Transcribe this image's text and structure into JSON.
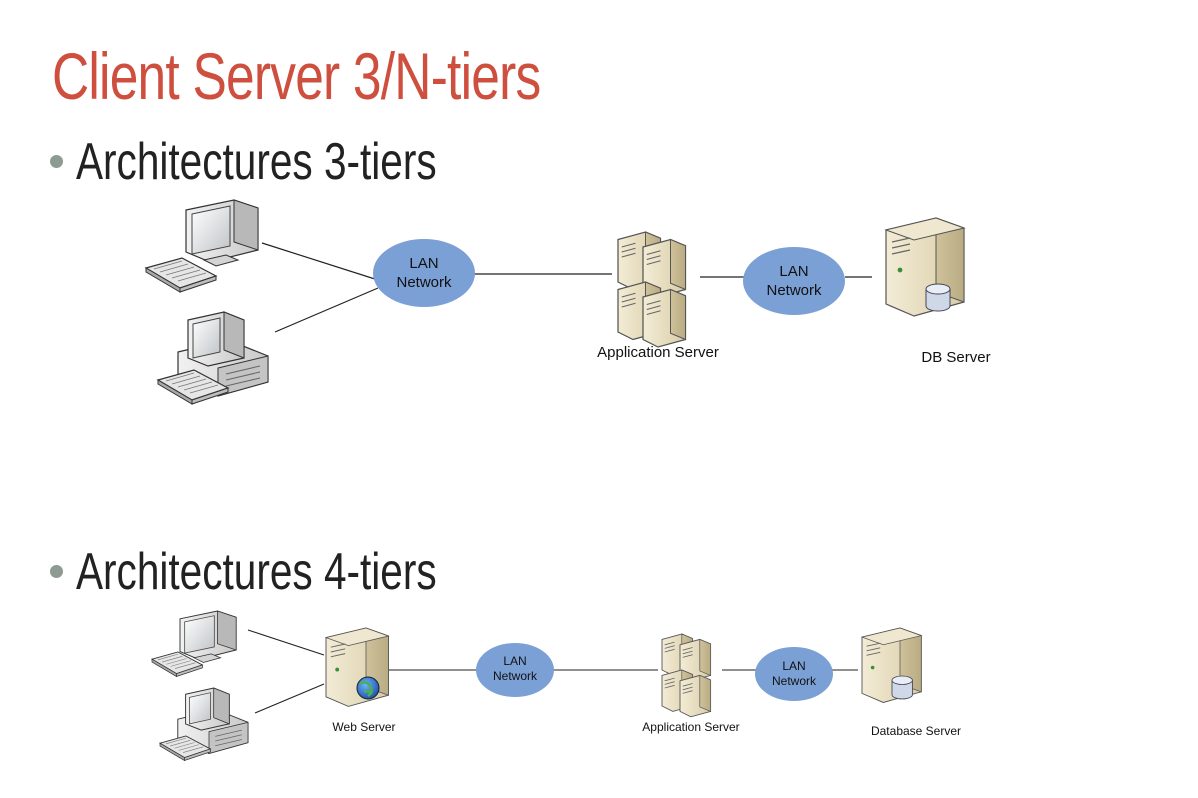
{
  "title": "Client Server 3/N-tiers",
  "section1": {
    "heading": "Architectures 3-tiers",
    "lan1_line1": "LAN",
    "lan1_line2": "Network",
    "app_server": "Application Server",
    "lan2_line1": "LAN",
    "lan2_line2": "Network",
    "db_server": "DB Server"
  },
  "section2": {
    "heading": "Architectures 4-tiers",
    "web_server": "Web Server",
    "lan1_line1": "LAN",
    "lan1_line2": "Network",
    "app_server": "Application Server",
    "lan2_line1": "LAN",
    "lan2_line2": "Network",
    "db_server": "Database Server"
  },
  "colors": {
    "title": "#cf4f3f",
    "bullet": "#8d9b93",
    "network_fill": "#7ba0d6",
    "server_body": "#e8dfc4"
  }
}
